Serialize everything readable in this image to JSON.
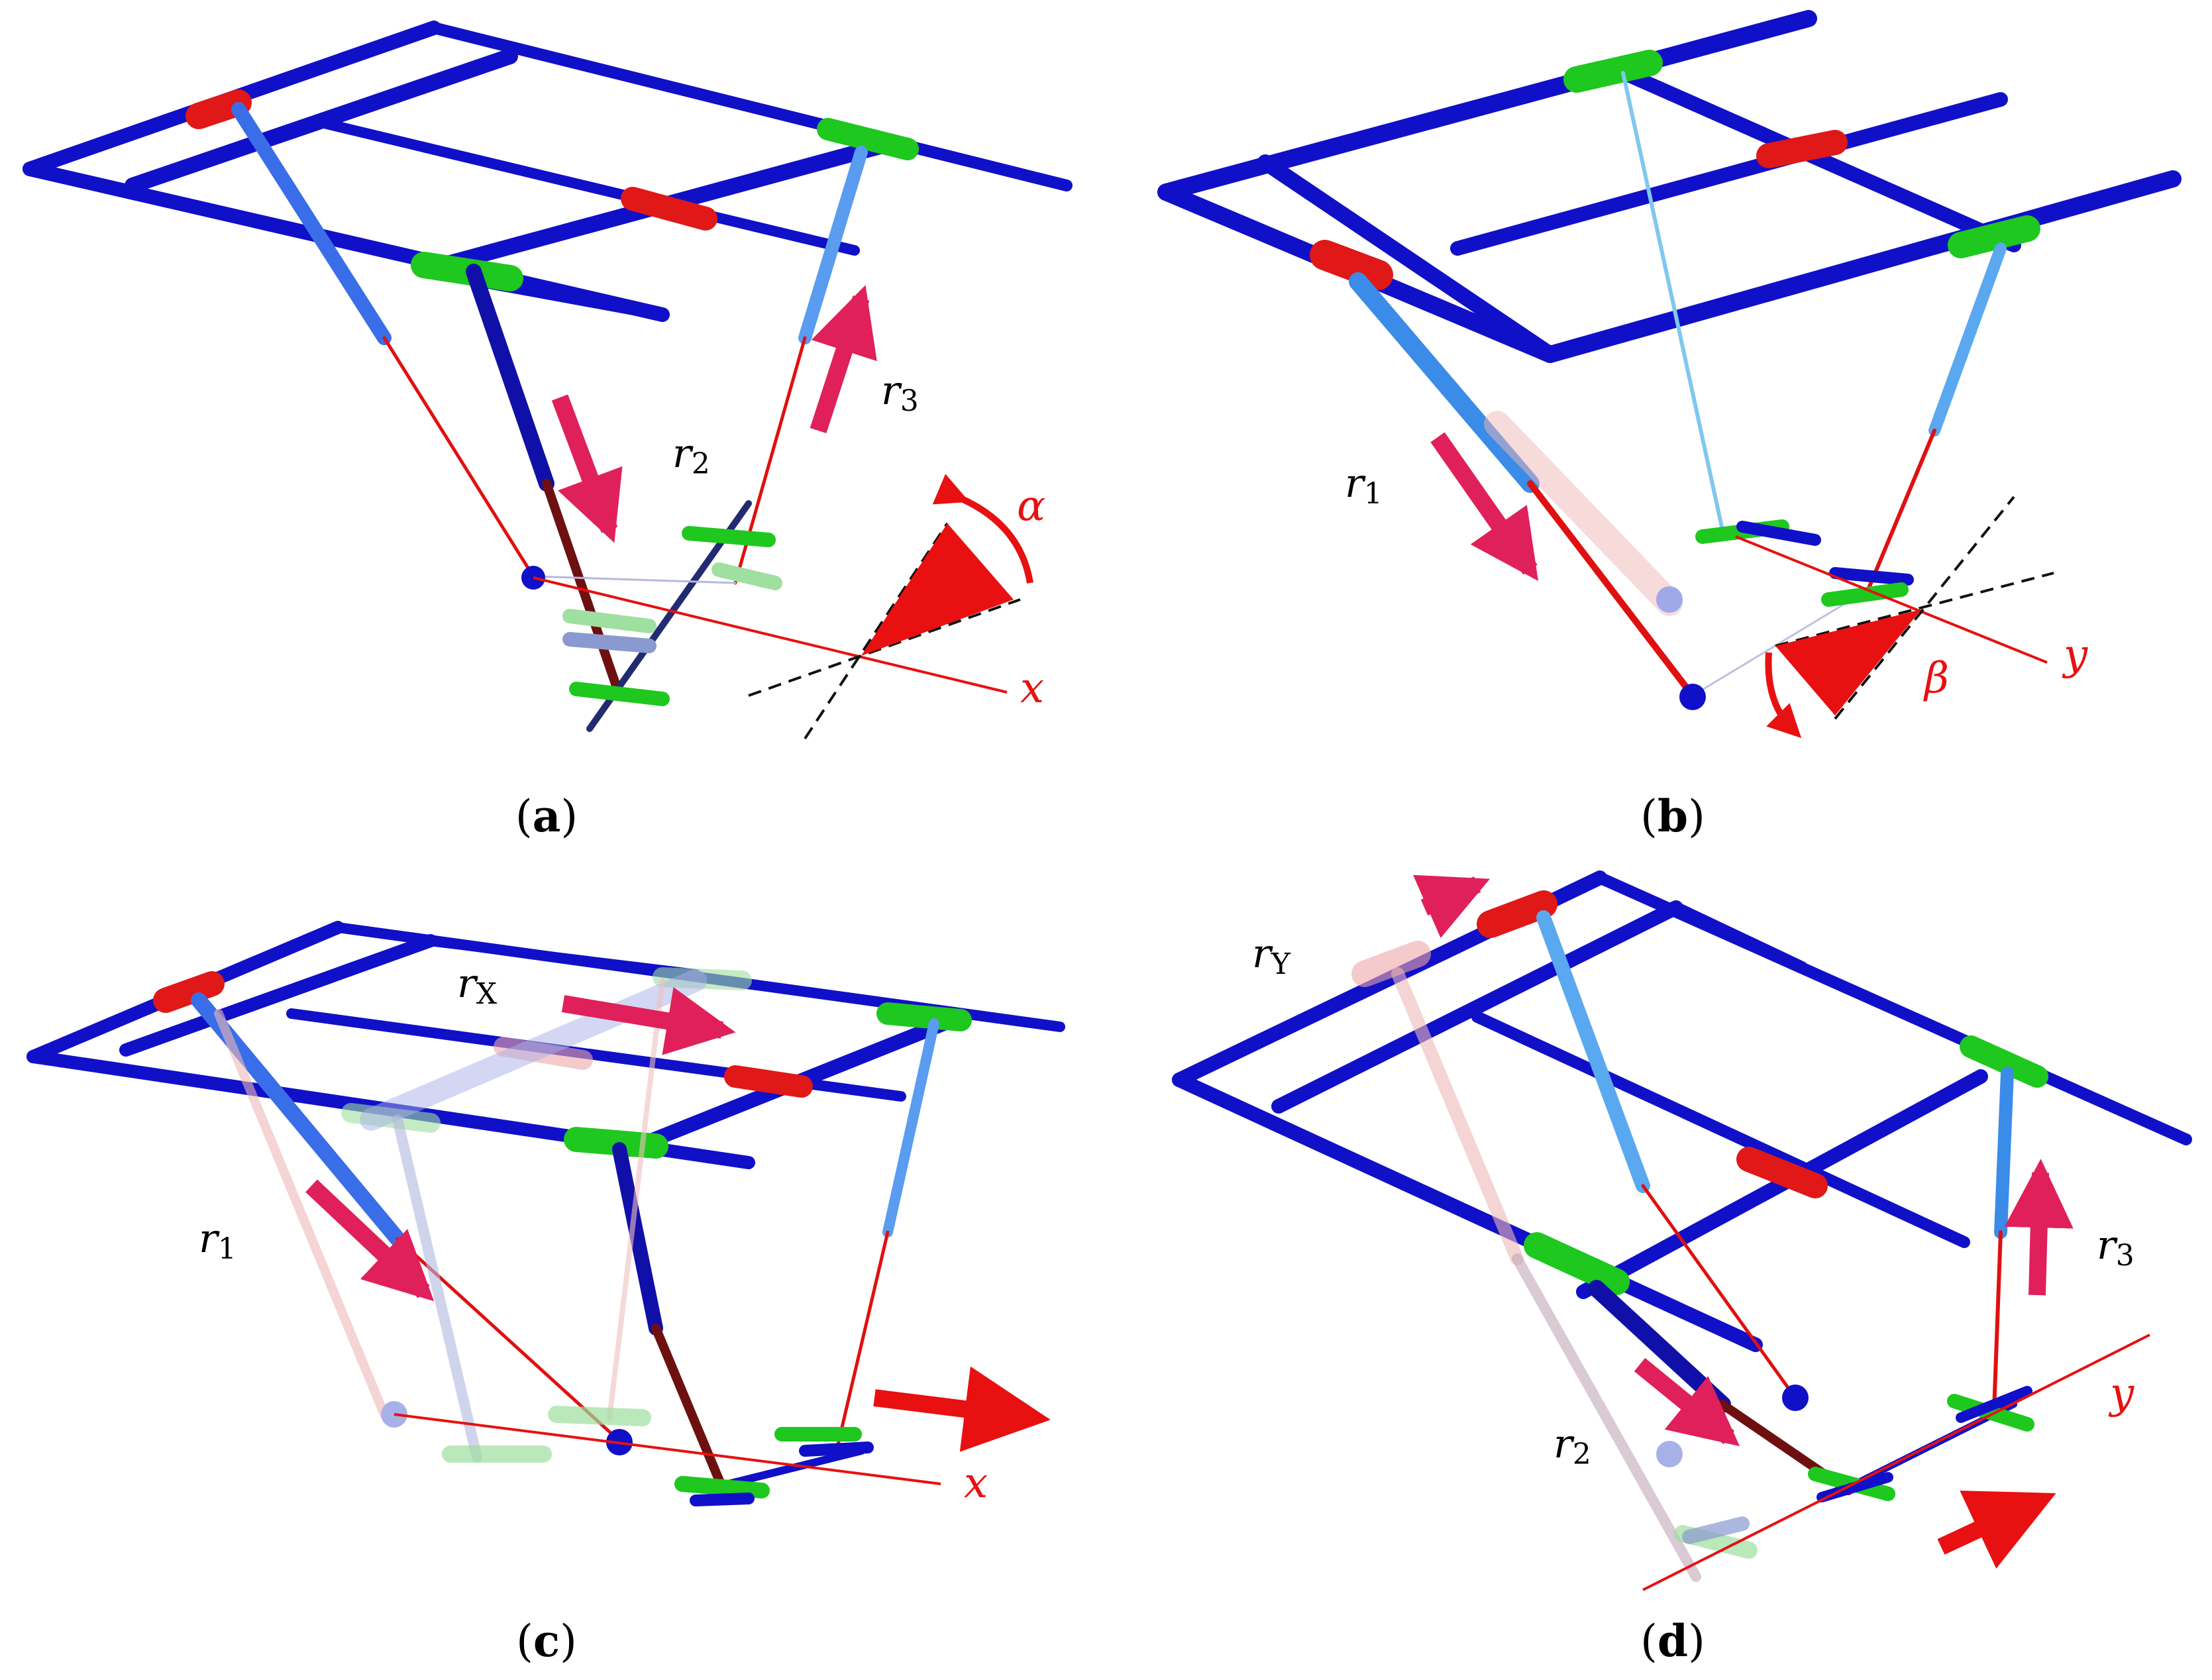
{
  "colors": {
    "frame_blue": "#1010c8",
    "highlight_blue": "#6a8cff",
    "cable_red": "#e01010",
    "dark_red": "#6e1010",
    "joint_green": "#1ec81e",
    "joint_red": "#e01818",
    "arrow_pink": "#e0205a",
    "axis_red": "#e81010"
  },
  "panels": [
    {
      "caption": "a",
      "axis_label": "x",
      "angle_label": "α",
      "length_labels": [
        {
          "symbol": "r",
          "sub": "2"
        },
        {
          "symbol": "r",
          "sub": "3"
        }
      ]
    },
    {
      "caption": "b",
      "axis_label": "y",
      "angle_label": "β",
      "length_labels": [
        {
          "symbol": "r",
          "sub": "1"
        }
      ]
    },
    {
      "caption": "c",
      "axis_label": "x",
      "length_labels": [
        {
          "symbol": "r",
          "sub": "X"
        },
        {
          "symbol": "r",
          "sub": "1"
        }
      ]
    },
    {
      "caption": "d",
      "axis_label": "y",
      "length_labels": [
        {
          "symbol": "r",
          "sub": "Y"
        },
        {
          "symbol": "r",
          "sub": "3"
        },
        {
          "symbol": "r",
          "sub": "2"
        }
      ]
    }
  ]
}
